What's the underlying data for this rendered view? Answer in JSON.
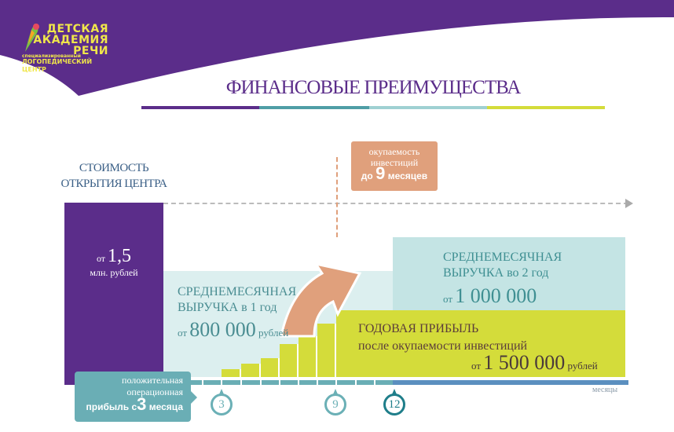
{
  "logo": {
    "line1": "ДЕТСКАЯ",
    "line2": "АКАДЕМИЯ",
    "line3": "РЕЧИ",
    "sub": "специализированный",
    "center": "ЛОГОПЕДИЧЕСКИЙ ЦЕНТР"
  },
  "title": "ФИНАНСОВЫЕ ПРЕИМУЩЕСТВА",
  "cost": {
    "label1": "СТОИМОСТЬ",
    "label2": "ОТКРЫТИЯ ЦЕНТРА",
    "prefix": "от",
    "value": "1,5",
    "unit": "млн. рублей"
  },
  "payback": {
    "line1": "окупаемость",
    "line2": "инвестиций",
    "prefix": "до",
    "value": "9",
    "unit": "месяцев"
  },
  "rev1": {
    "line1": "СРЕДНЕМЕСЯЧНАЯ",
    "line2": "ВЫРУЧКА в 1 год",
    "prefix": "от",
    "value": "800 000",
    "unit": "рублей"
  },
  "rev2": {
    "line1": "СРЕДНЕМЕСЯЧНАЯ",
    "line2": "ВЫРУЧКА во 2 год",
    "prefix": "от",
    "value": "1 000 000"
  },
  "profit": {
    "line1": "ГОДОВАЯ ПРИБЫЛЬ",
    "line2": "после окупаемости инвестиций",
    "prefix": "от",
    "value": "1 500 000",
    "unit": "рублей"
  },
  "opprofit": {
    "line1": "положительная",
    "line2": "операционная",
    "prefix": "прибыль с",
    "value": "3",
    "unit": "месяца"
  },
  "timeline": {
    "markers": [
      "3",
      "9",
      "12"
    ],
    "axis_label": "месяцы"
  },
  "colors": {
    "purple": "#5b2d8a",
    "teal": "#6aaeb5",
    "lime": "#d4dc3a",
    "orange": "#e0a07c"
  }
}
